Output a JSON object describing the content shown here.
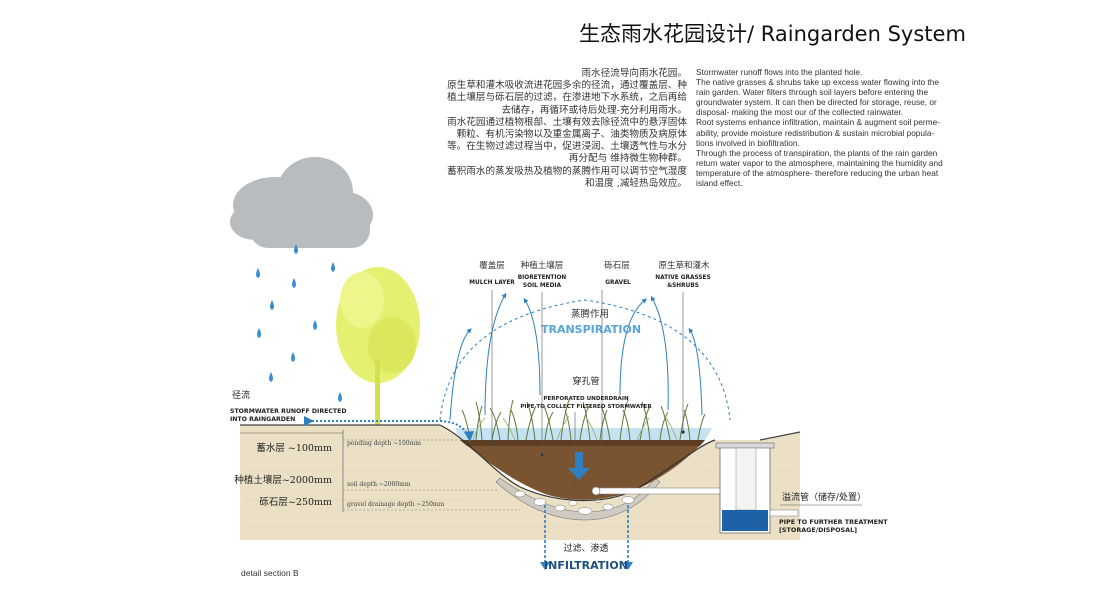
{
  "title": "生态雨水花园设计/ Raingarden System",
  "cn_paragraph": [
    "雨水径流导向雨水花园。",
    "原生草和灌木吸收流进花园多余的径流，通过覆盖层、种",
    "植土壤层与砾石层的过滤，在渗进地下水系统，之后再给",
    "去储存，再循环或待后处理-充分利用雨水。",
    "雨水花园通过植物根部、土壤有效去除径流中的悬浮固体",
    "颗粒、有机污染物以及重金属离子、油类物质及病原体",
    "等。在生物过滤过程当中，促进浸润、土壤透气性与水分",
    "再分配与 维持微生物种群。",
    "蓄积雨水的蒸发吸热及植物的蒸腾作用可以调节空气湿度",
    "和温度 ,减轻热岛效应。"
  ],
  "en_paragraph": [
    "Stormwater runoff flows into the planted hole.",
    "The native grasses & shrubs take up excess water flowing into the",
    "rain garden. Water filters through soil layers before entering the",
    "groundwater system. It can then be directed for storage, reuse, or",
    "disposal- making the most our of the collected rainwater.",
    "Root systems enhance infiltration, maintain & augment soil perme-",
    "ability, provide moisture redistribution & sustain microbial popula-",
    "tions involved in biofiltration.",
    "Through the process of transpiration, the plants of the rain garden",
    "return water vapor to the atmosphere, maintaining the humidity and",
    "temperature of the atmosphere- therefore reducing the urban heat",
    "island effect."
  ],
  "layers_top": [
    {
      "cn": "覆盖层",
      "en1": "MULCH LAYER",
      "en2": ""
    },
    {
      "cn": "种植土壤层",
      "en1": "BIORETENTION",
      "en2": "SOIL MEDIA"
    },
    {
      "cn": "砾石层",
      "en1": "GRAVEL",
      "en2": ""
    },
    {
      "cn": "原生草和灌木",
      "en1": "NATIVE GRASSES",
      "en2": "&SHRUBS"
    }
  ],
  "transpiration": {
    "cn": "蒸腾作用",
    "en": "TRANSPIRATION"
  },
  "underdrain": {
    "cn": "穿孔管",
    "en1": "PERFORATED UNDERDRAIN",
    "en2": "PIPE TO COLLECT FILTERED STORMWATER"
  },
  "runoff": {
    "cn": "径流",
    "en1": "STORMWATER RUNOFF DIRECTED",
    "en2": "INTO RAINGARDEN"
  },
  "depths": [
    {
      "cn": "蓄水层 ~100mm",
      "en": "ponding depth ~100mm"
    },
    {
      "cn": "种植土壤层~2000mm",
      "en": "soil depth ~2000mm"
    },
    {
      "cn": "砾石层~250mm",
      "en": "gravel drainage depth ~250mm"
    }
  ],
  "overflow": {
    "cn": "溢流管（储存/处置）",
    "en1": "PIPE TO FURTHER TREATMENT",
    "en2": "[STORAGE/DISPOSAL]"
  },
  "infiltration": {
    "cn": "过滤、渗透",
    "en": "INFILTRATION"
  },
  "caption": "detail section B",
  "colors": {
    "cloud": "#b9bcbf",
    "rain": "#3b8fd1",
    "tree": "#e6f070",
    "ground": "#e8dcc1",
    "soil": "#7a5330",
    "arrow": "#2f7fc1",
    "water": "#2a6fb4"
  }
}
